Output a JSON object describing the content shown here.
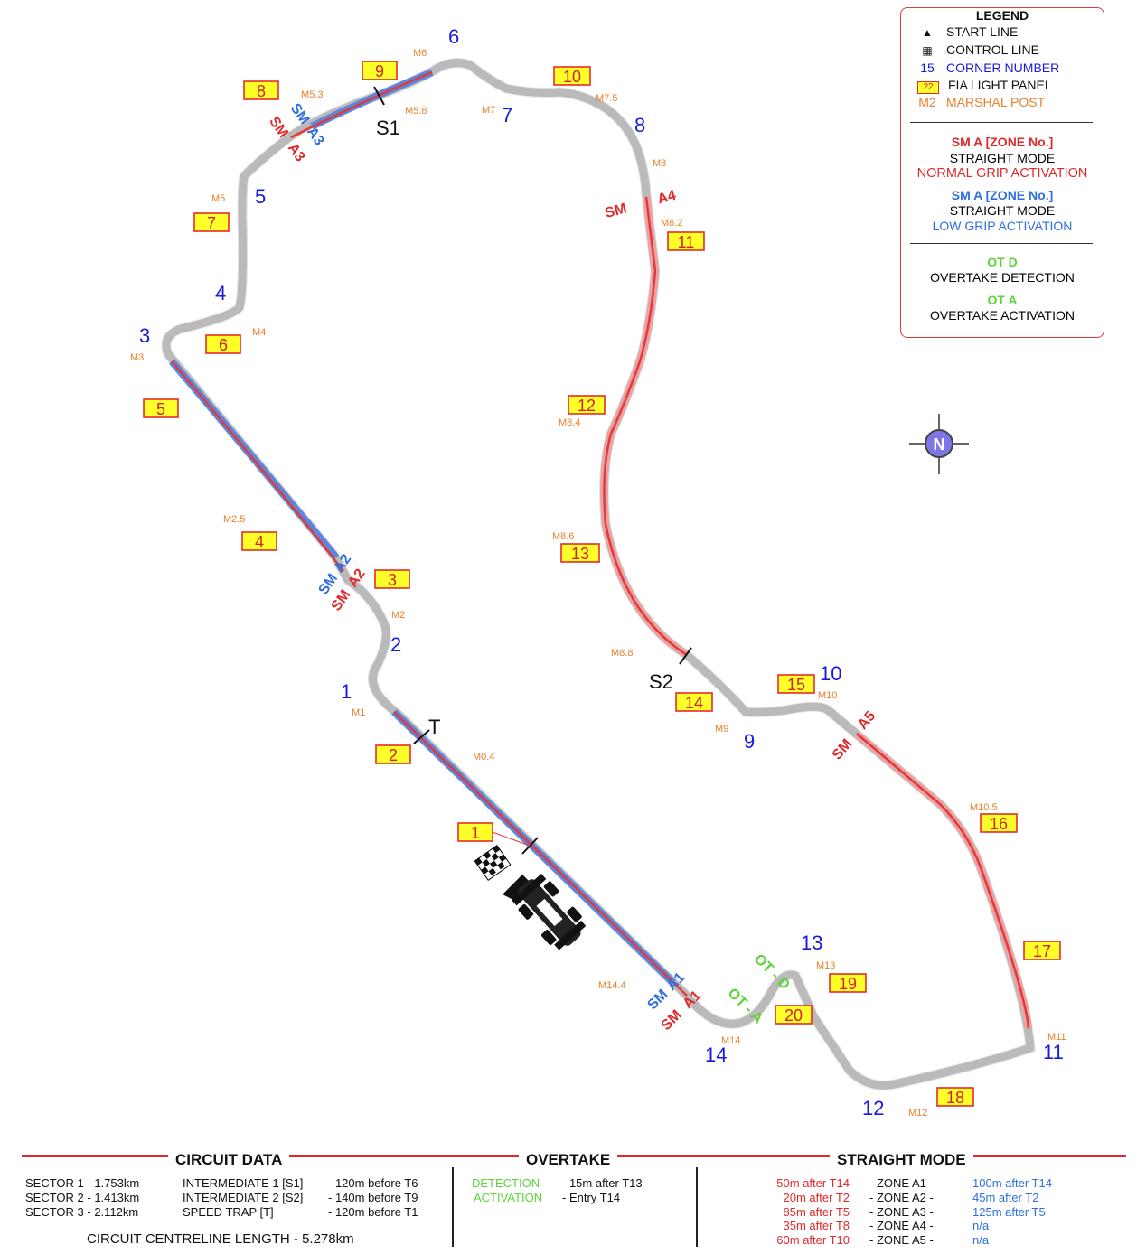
{
  "legend": {
    "title": "LEGEND",
    "items": [
      {
        "icon": "start-line-icon",
        "label": "START LINE"
      },
      {
        "icon": "control-line-icon",
        "label": "CONTROL LINE"
      },
      {
        "icon": "15",
        "label": "CORNER NUMBER"
      },
      {
        "icon": "22",
        "label": "FIA LIGHT PANEL"
      },
      {
        "icon": "M2",
        "label": "MARSHAL POST"
      }
    ],
    "sm_normal": {
      "code": "SM A [ZONE No.]",
      "line1": "STRAIGHT MODE",
      "line2": "NORMAL GRIP ACTIVATION"
    },
    "sm_low": {
      "code": "SM A [ZONE No.]",
      "line1": "STRAIGHT MODE",
      "line2": "LOW GRIP ACTIVATION"
    },
    "ot_detect": {
      "code": "OT D",
      "label": "OVERTAKE DETECTION"
    },
    "ot_activate": {
      "code": "OT A",
      "label": "OVERTAKE ACTIVATION"
    },
    "colors": {
      "red": "#e02a2a",
      "blue": "#2f6fe0",
      "green": "#5dd43a",
      "orange": "#e8802a",
      "track": "#c8c8c8"
    }
  },
  "compass": {
    "label": "N"
  },
  "map": {
    "corners": [
      "1",
      "2",
      "3",
      "4",
      "5",
      "6",
      "7",
      "8",
      "9",
      "10",
      "11",
      "12",
      "13",
      "14"
    ],
    "panels": [
      "1",
      "2",
      "3",
      "4",
      "5",
      "6",
      "7",
      "8",
      "9",
      "10",
      "11",
      "12",
      "13",
      "14",
      "15",
      "16",
      "17",
      "18",
      "19",
      "20"
    ],
    "marshals": [
      "M0.4",
      "M1",
      "M2",
      "M2.5",
      "M3",
      "M4",
      "M5",
      "M5.3",
      "M5.8",
      "M6",
      "M7",
      "M7.5",
      "M8",
      "M8.2",
      "M8.4",
      "M8.6",
      "M8.8",
      "M9",
      "M10",
      "M10.5",
      "M11",
      "M12",
      "M13",
      "M14",
      "M14.4"
    ],
    "sectors": {
      "s1": "S1",
      "s2": "S2",
      "trap": "T"
    },
    "sm": {
      "sm": "SM",
      "a1": "A1",
      "a2": "A2",
      "a3": "A3",
      "a4": "A4",
      "a5": "A5"
    },
    "ot": {
      "d": "OT - D",
      "a": "OT - A"
    }
  },
  "circuit": {
    "title": "CIRCUIT DATA",
    "sectors": [
      "SECTOR 1  -  1.753km",
      "SECTOR 2  -  1.413km",
      "SECTOR 3  -  2.112km"
    ],
    "intermediates": [
      {
        "name": "INTERMEDIATE 1  [S1]",
        "value": "-  120m before T6"
      },
      {
        "name": "INTERMEDIATE 2  [S2]",
        "value": "-  140m before T9"
      },
      {
        "name": "SPEED TRAP  [T]",
        "value": "-  120m before T1"
      }
    ],
    "length": "CIRCUIT CENTRELINE LENGTH   -  5.278km"
  },
  "overtake": {
    "title": "OVERTAKE",
    "rows": [
      {
        "name": "DETECTION",
        "value": "-  15m after T13"
      },
      {
        "name": "ACTIVATION",
        "value": "-  Entry T14"
      }
    ]
  },
  "straight_mode": {
    "title": "STRAIGHT MODE",
    "rows": [
      {
        "normal": "50m after T14",
        "zone": "-   ZONE A1   -",
        "low": "100m after T14"
      },
      {
        "normal": "20m after T2",
        "zone": "-   ZONE A2   -",
        "low": "45m after T2"
      },
      {
        "normal": "85m after T5",
        "zone": "-   ZONE A3   -",
        "low": "125m after T5"
      },
      {
        "normal": "35m after T8",
        "zone": "-   ZONE A4   -",
        "low": "n/a"
      },
      {
        "normal": "60m after T10",
        "zone": "-   ZONE A5   -",
        "low": "n/a"
      }
    ]
  }
}
